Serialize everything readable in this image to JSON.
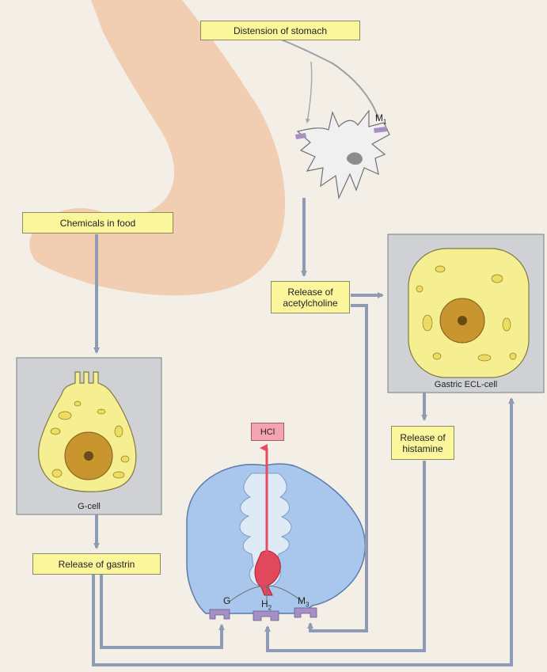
{
  "labels": {
    "distension": "Distension of stomach",
    "chemicals": "Chemicals in food",
    "acetylcholine": "Release of\nacetylcholine",
    "histamine": "Release of\nhistamine",
    "gastrin": "Release of gastrin"
  },
  "captions": {
    "g_cell": "G-cell",
    "ecl_cell": "Gastric ECL-cell"
  },
  "receptors": {
    "m1": "M",
    "m1_sub": "1",
    "g": "G",
    "h2": "H",
    "h2_sub": "2",
    "m3": "M",
    "m3_sub": "3"
  },
  "secretion": "HCl",
  "colors": {
    "background": "#f3efe6",
    "stomach": "#f1cdb2",
    "label_fill": "#fbf69c",
    "arrow": "#8f9ab4",
    "cell_panel": "#cfd1d4",
    "cell_body": "#f6ef92",
    "nucleus": "#c9952f",
    "parietal_cell": "#a9c7ec",
    "canaliculus": "#dfeaf7",
    "receptor": "#a58fc5",
    "hcl": "#f2a5b0",
    "proton_pump": "#e2485c"
  }
}
